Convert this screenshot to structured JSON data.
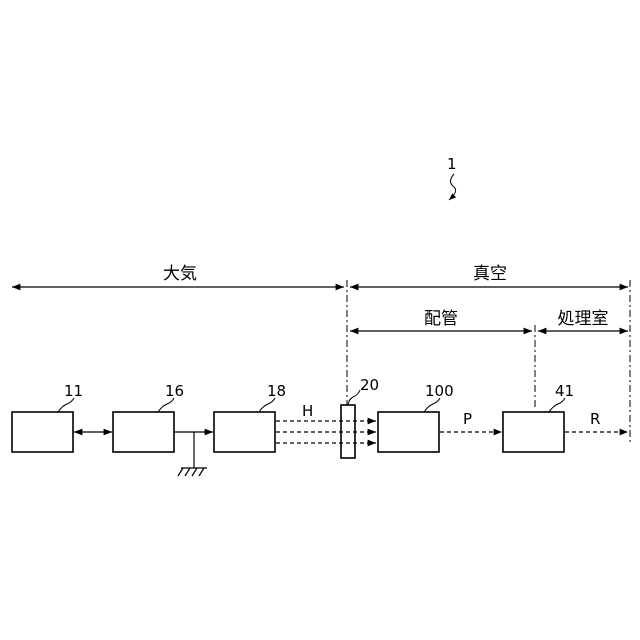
{
  "figure": {
    "ref_number": "1"
  },
  "regions": {
    "atmosphere": "大気",
    "vacuum": "真空",
    "piping": "配管",
    "processing_chamber": "処理室"
  },
  "blocks": {
    "b11": "11",
    "b16": "16",
    "b18": "18",
    "b20": "20",
    "b100": "100",
    "b41": "41"
  },
  "signals": {
    "h": "H",
    "p": "P",
    "r": "R"
  }
}
